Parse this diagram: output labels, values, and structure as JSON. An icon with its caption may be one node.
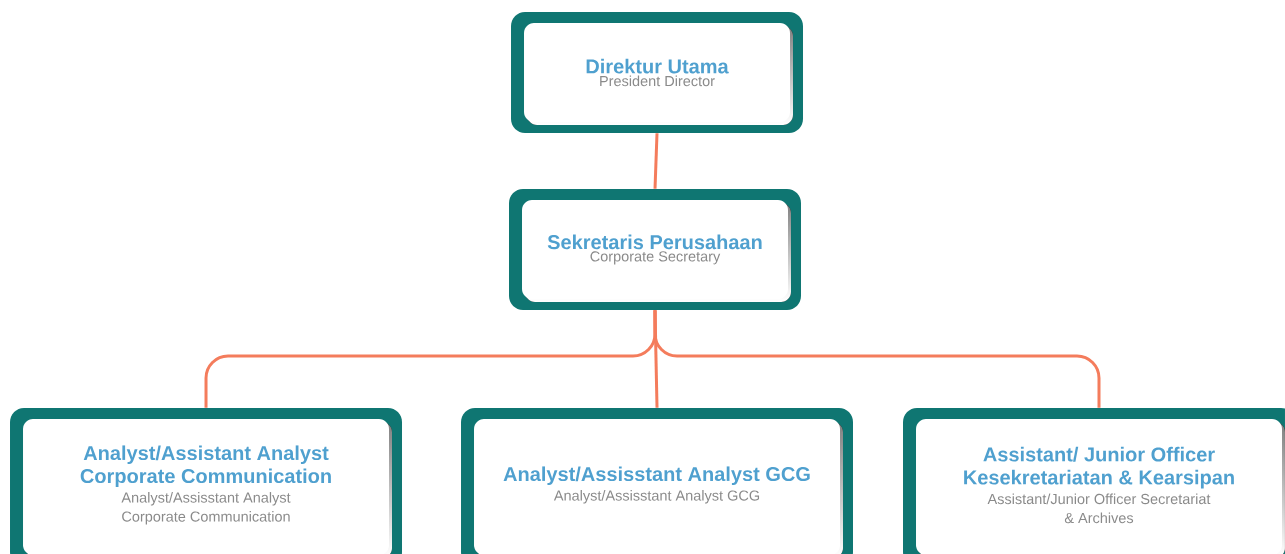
{
  "diagram": {
    "nodes": [
      {
        "text": [
          "Direktur Utama",
          "President Director"
        ]
      },
      {
        "text": [
          "Sekretaris Perusahaan",
          "Corporate Secretary"
        ]
      },
      {
        "text": [
          "Analyst/Assistant Analyst Corporate Communication",
          "Analyst/Assisstant Analyst Corporate Communication"
        ]
      },
      {
        "text": [
          "Analyst/Assisstant Analyst GCG",
          "Analyst/Assisstant Analyst GCG"
        ]
      },
      {
        "text": [
          "Assistant/ Junior Officer Kesekretariatan & Kearsipan",
          "Assistant/Junior Officer Secretariat & Archives"
        ]
      }
    ],
    "edges": [
      {
        "from": 0,
        "to": 1,
        "arrow": "none"
      },
      {
        "from": 1,
        "to": 2,
        "arrow": "none"
      },
      {
        "from": 1,
        "to": 3,
        "arrow": "none"
      },
      {
        "from": 1,
        "to": 4,
        "arrow": "none"
      }
    ]
  }
}
